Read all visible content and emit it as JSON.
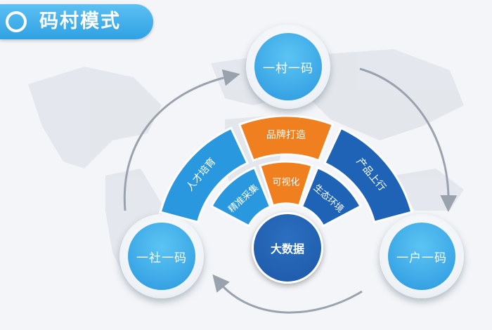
{
  "header": {
    "title": "码村模式"
  },
  "nodes": {
    "top": "一村一码",
    "left": "一社一码",
    "right": "一户一码"
  },
  "center": {
    "label": "大数据"
  },
  "outer_segments": [
    {
      "label": "人才培育",
      "color": "#2a98de"
    },
    {
      "label": "品牌打造",
      "color": "#f07f1f"
    },
    {
      "label": "产品上行",
      "color": "#1f63b6"
    }
  ],
  "inner_segments": [
    {
      "label": "精准采集",
      "color": "#2a98de"
    },
    {
      "label": "可视化",
      "color": "#f07f1f"
    },
    {
      "label": "生态环境",
      "color": "#1f63b6"
    }
  ],
  "colors": {
    "light_blue": "#2a98de",
    "orange": "#f07f1f",
    "dark_blue": "#1f63b6",
    "arc": "#9aa3ad"
  }
}
